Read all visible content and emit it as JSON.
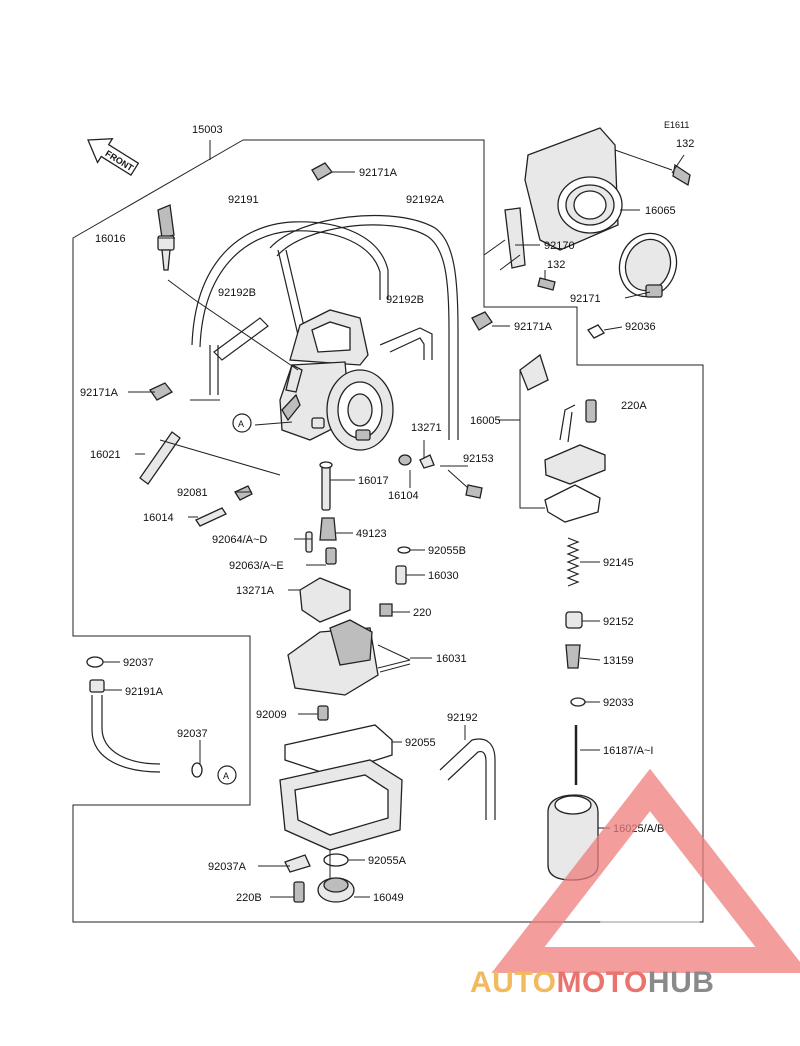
{
  "diagram": {
    "code": "E1611",
    "front_label": "FRONT",
    "callout_a": "A",
    "labels": {
      "p15003": "15003",
      "p132a": "132",
      "p92171a_top": "92171A",
      "p92191": "92191",
      "p92192a": "92192A",
      "p16065": "16065",
      "p16016": "16016",
      "p92170": "92170",
      "p132b": "132",
      "p92192b_left": "92192B",
      "p92192b_right": "92192B",
      "p92171": "92171",
      "p92171a_mid": "92171A",
      "p92036": "92036",
      "p92171a_left": "92171A",
      "p220a": "220A",
      "p16005": "16005",
      "p13271": "13271",
      "p16021": "16021",
      "p92153": "92153",
      "p16017": "16017",
      "p92081": "92081",
      "p16104": "16104",
      "p16014": "16014",
      "p49123": "49123",
      "p92064": "92064/A~D",
      "p92055b": "92055B",
      "p92145": "92145",
      "p92063": "92063/A~E",
      "p16030": "16030",
      "p13271a": "13271A",
      "p220": "220",
      "p92152": "92152",
      "p92037_top": "92037",
      "p16031": "16031",
      "p13159": "13159",
      "p92191a": "92191A",
      "p92033": "92033",
      "p92009": "92009",
      "p92192": "92192",
      "p92037_mid": "92037",
      "p92055": "92055",
      "p16187": "16187/A~I",
      "p16025": "16025/A/B",
      "p92037a": "92037A",
      "p92055a": "92055A",
      "p220b": "220B",
      "p16049": "16049"
    }
  },
  "watermark": {
    "brand_part1": "AUTO",
    "brand_part2": "MOTO",
    "brand_part3": "HUB",
    "colors": {
      "orange": "#f2b04a",
      "red": "#e8605a",
      "gray": "#7b7b7b",
      "triangle": "#ef7c7c"
    }
  }
}
